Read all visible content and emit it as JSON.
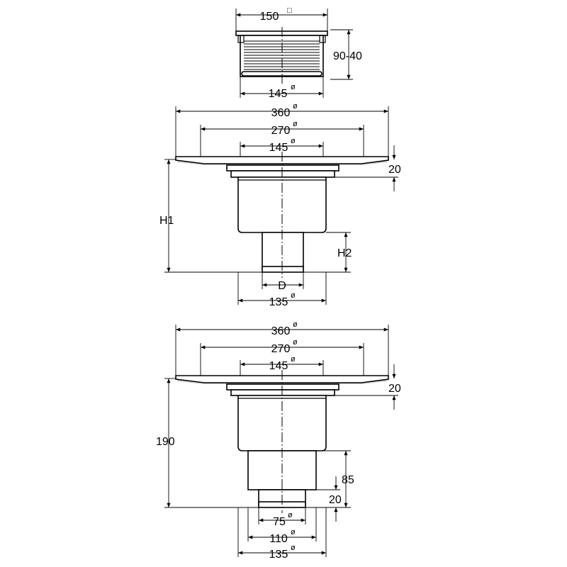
{
  "top_view": {
    "dim_top": "150",
    "dim_right": "90-40",
    "dim_bottom": "145"
  },
  "middle_view": {
    "dim_outer": "360",
    "dim_flange": "270",
    "dim_inner": "145",
    "dim_thickness": "20",
    "dim_height": "H1",
    "dim_outlet_height": "H2",
    "dim_outlet_diameter": "D",
    "dim_body": "135"
  },
  "bottom_view": {
    "dim_outer": "360",
    "dim_flange": "270",
    "dim_inner": "145",
    "dim_thickness": "20",
    "dim_height": "190",
    "dim_outlet_height": "85",
    "dim_outlet_step": "20",
    "dim_outlet_75": "75",
    "dim_outlet_110": "110",
    "dim_body": "135"
  },
  "symbols": {
    "diameter": "ø",
    "square": "□"
  }
}
